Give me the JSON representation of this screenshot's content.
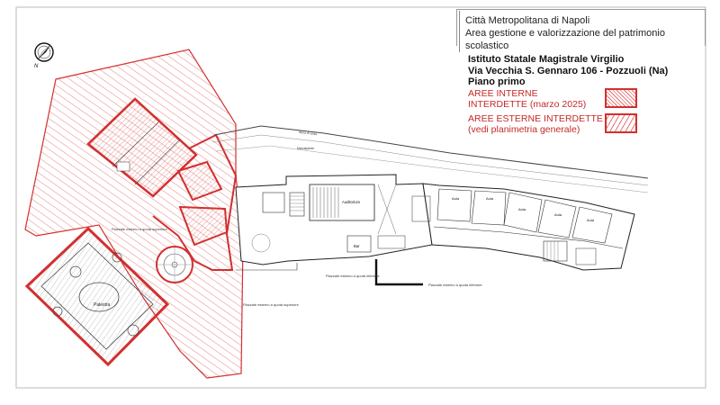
{
  "header": {
    "line1": "Città Metropolitana di Napoli",
    "line2": "Area gestione e valorizzazione del patrimonio scolastico"
  },
  "info": {
    "school": "Istituto Statale Magistrale Virgilio",
    "address": "Via Vecchia S. Gennaro 106 - Pozzuoli (Na)",
    "floor": "Piano primo"
  },
  "legend": {
    "internal_line1": "AREE INTERNE",
    "internal_line2": "INTERDETTE (marzo 2025)",
    "external_line1": "AREE ESTERNE INTERDETTE",
    "external_line2": "(vedi planimetria generale)",
    "colors": {
      "zone": "#d32f2f",
      "hatch": "#e57373"
    }
  },
  "compass": {
    "icon": "north-arrow-icon",
    "label": "N"
  },
  "plan_labels": {
    "palestra": "Palestra",
    "auditorium": "Auditorium",
    "bar": "Bar",
    "aula": "Aula",
    "piazzale_superiore": "Piazzale esterno a quota superiore",
    "piazzale_inferiore": "Piazzale esterno a quota inferiore",
    "muro_cinta": "Muro di cinta",
    "marciapiede": "Marciapiede"
  }
}
